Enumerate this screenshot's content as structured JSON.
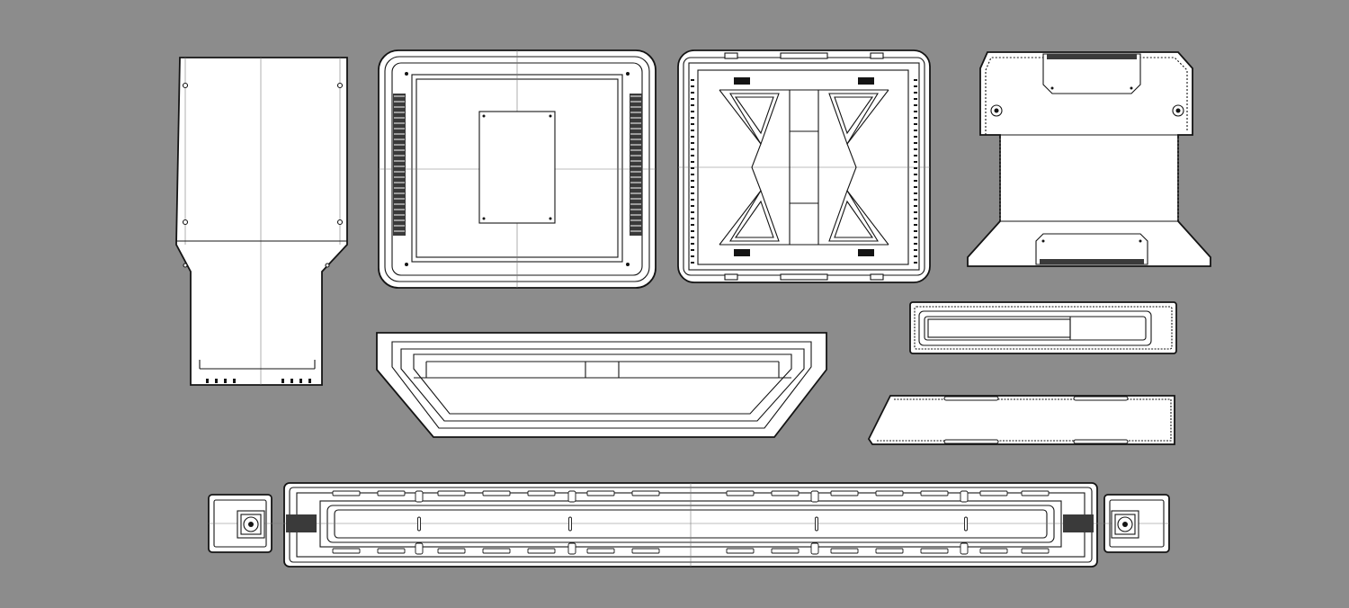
{
  "canvas": {
    "background": "#8c8c8c",
    "line_color": "#141414",
    "part_fill": "#ffffff"
  },
  "parts": [
    {
      "id": "tapered-panel",
      "kind": "flat-pattern"
    },
    {
      "id": "vented-lid",
      "kind": "flat-pattern"
    },
    {
      "id": "braced-tray",
      "kind": "flat-pattern"
    },
    {
      "id": "bracket-plate",
      "kind": "flat-pattern"
    },
    {
      "id": "slot-bezel",
      "kind": "flat-pattern"
    },
    {
      "id": "beveled-trough",
      "kind": "flat-pattern"
    },
    {
      "id": "angled-strip",
      "kind": "flat-pattern"
    },
    {
      "id": "long-rail-assembly",
      "kind": "flat-pattern"
    }
  ]
}
